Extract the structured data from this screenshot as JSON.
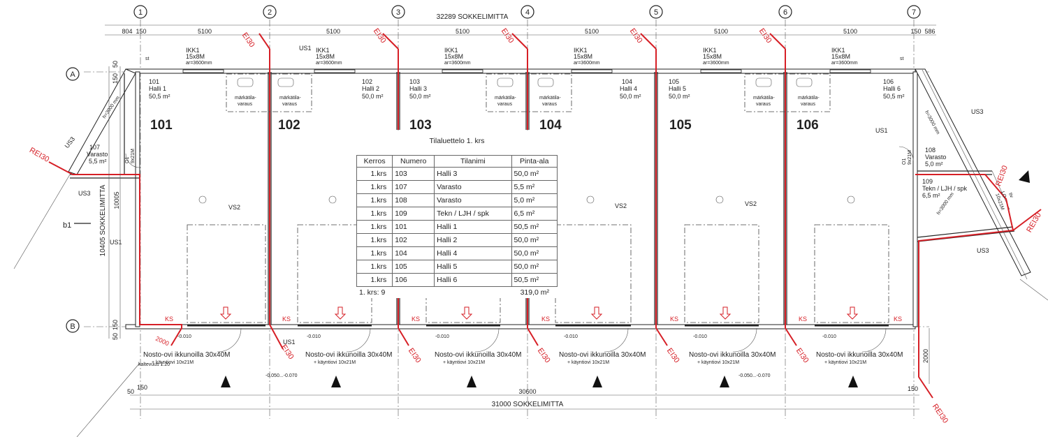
{
  "dims": {
    "top_total": "32289 SOKKELIMITTA",
    "top_segments": [
      "804",
      "150",
      "5100",
      "5100",
      "5100",
      "5100",
      "5100",
      "5100",
      "150",
      "586"
    ],
    "bottom_inner": "30600",
    "bottom_total": "31000 SOKKELIMITTA",
    "bottom_150_left": "150",
    "bottom_50_left": "50",
    "bottom_150_right": "150",
    "left_total": "10405 SOKKELIMITTA",
    "left_inner": "10005",
    "left_top_150": "150",
    "left_top_50": "50",
    "left_bot_150": "150",
    "left_bot_50": "50",
    "right_2000": "2000",
    "door_2000": "2000"
  },
  "axes": {
    "numbers": [
      "1",
      "2",
      "3",
      "4",
      "5",
      "6",
      "7"
    ],
    "letters": [
      "A",
      "B"
    ],
    "section": "b1"
  },
  "rooms": [
    {
      "num": "101",
      "name": "Halli 1",
      "area": "50,5 m²",
      "big": "101"
    },
    {
      "num": "102",
      "name": "Halli 2",
      "area": "50,0 m²",
      "big": "102"
    },
    {
      "num": "103",
      "name": "Halli 3",
      "area": "50,0 m²",
      "big": "103"
    },
    {
      "num": "104",
      "name": "Halli 4",
      "area": "50,0 m²",
      "big": "104"
    },
    {
      "num": "105",
      "name": "Halli 5",
      "area": "50,0 m²",
      "big": "105"
    },
    {
      "num": "106",
      "name": "Halli 6",
      "area": "50,5 m²",
      "big": "106"
    },
    {
      "num": "107",
      "name": "Varasto",
      "area": "5,5 m²"
    },
    {
      "num": "108",
      "name": "Varasto",
      "area": "5,0 m²"
    },
    {
      "num": "109",
      "name": "Tekn / LJH / spk",
      "area": "6,5 m²"
    }
  ],
  "windows": {
    "type": "IKK1",
    "size": "15x8M",
    "height": "ar=3600mm"
  },
  "marks": {
    "ei30": "EI30",
    "rei30": "REI30",
    "ks": "KS",
    "us1": "US1",
    "us3": "US3",
    "vs2": "VS2",
    "st": "st",
    "varaus_a": "märkätila-",
    "varaus_b": "varaus",
    "door_o1": "O1",
    "door_o1_size": "9x21M",
    "door_lo": "LO",
    "door_lo_size": "10x21M",
    "door_tiv": "tiv",
    "h3000": "h=3000 mm",
    "level_010": "-0.010",
    "level_050": "-0.050...-0.070",
    "kaato": "kaltevuus 1:20",
    "lift_door": "Nosto-ovi ikkunoilla 30x40M",
    "side_door": "+ käyntiovi 10x21M"
  },
  "room_table": {
    "title": "Tilaluettelo 1. krs",
    "headers": [
      "Kerros",
      "Numero",
      "Tilanimi",
      "Pinta-ala"
    ],
    "rows": [
      [
        "1.krs",
        "103",
        "Halli 3",
        "50,0 m²"
      ],
      [
        "1.krs",
        "107",
        "Varasto",
        "5,5 m²"
      ],
      [
        "1.krs",
        "108",
        "Varasto",
        "5,0 m²"
      ],
      [
        "1.krs",
        "109",
        "Tekn / LJH / spk",
        "6,5 m²"
      ],
      [
        "1.krs",
        "101",
        "Halli 1",
        "50,5 m²"
      ],
      [
        "1.krs",
        "102",
        "Halli 2",
        "50,0 m²"
      ],
      [
        "1.krs",
        "104",
        "Halli 4",
        "50,0 m²"
      ],
      [
        "1.krs",
        "105",
        "Halli 5",
        "50,0 m²"
      ],
      [
        "1.krs",
        "106",
        "Halli 6",
        "50,5 m²"
      ]
    ],
    "footer_left": "1. krs: 9",
    "footer_right": "319,0 m²"
  }
}
